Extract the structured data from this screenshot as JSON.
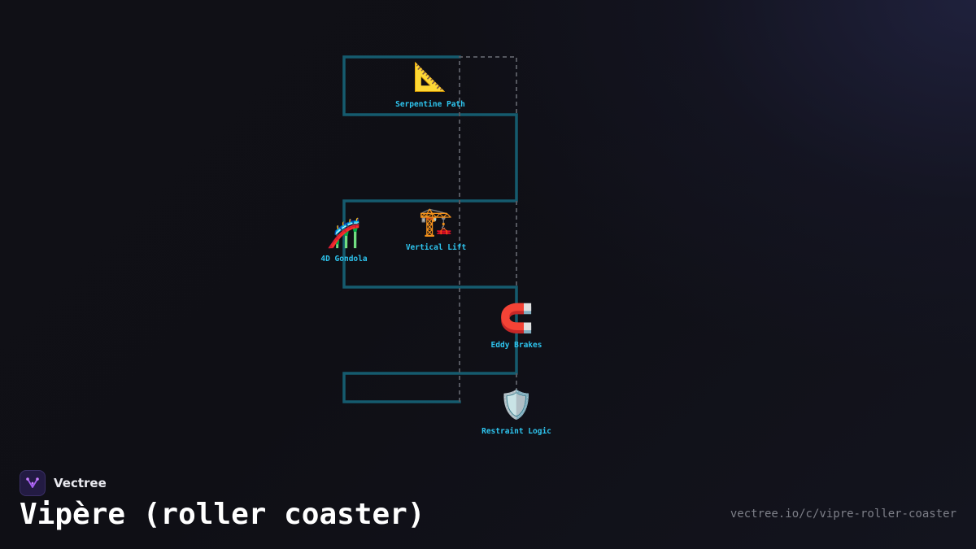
{
  "brand": {
    "name": "Vectree",
    "logo_icon": "vectree-logo-icon"
  },
  "title": "Vipère (roller coaster)",
  "url": "vectree.io/c/vipre-roller-coaster",
  "colors": {
    "track": "#155b6e",
    "label": "#2ec4ee",
    "dashed_path": "#55575f"
  },
  "nodes": [
    {
      "id": "serpentine",
      "icon": "triangular-ruler-icon",
      "emoji": "📐",
      "label": "Serpentine Path"
    },
    {
      "id": "gondola",
      "icon": "roller-coaster-icon",
      "emoji": "🎢",
      "label": "4D Gondola"
    },
    {
      "id": "lift",
      "icon": "construction-crane-icon",
      "emoji": "🏗️",
      "label": "Vertical Lift"
    },
    {
      "id": "brakes",
      "icon": "magnet-icon",
      "emoji": "🧲",
      "label": "Eddy Brakes"
    },
    {
      "id": "restraint",
      "icon": "shield-icon",
      "emoji": "🛡️",
      "label": "Restraint Logic"
    }
  ]
}
